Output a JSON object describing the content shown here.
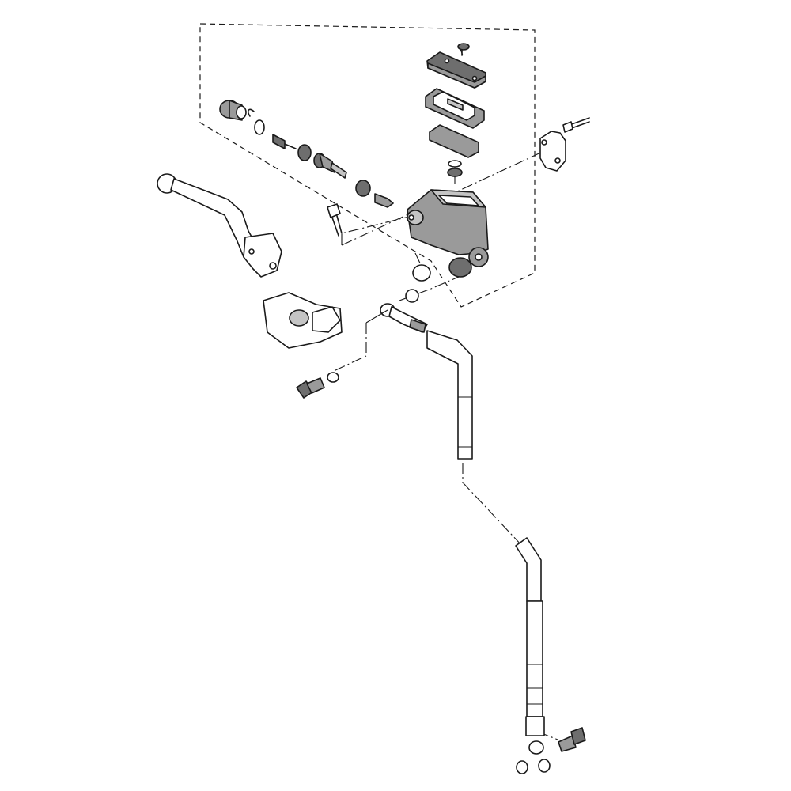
{
  "diagram": {
    "type": "exploded-parts-view",
    "labels": [],
    "colors": {
      "line": "#1a1a1a",
      "part_fill": "#9a9a9a",
      "part_fill_light": "#c4c4c4",
      "part_fill_dark": "#6e6e6e",
      "background": "#ffffff"
    },
    "parts": [
      "reservoir-cover",
      "cover-screw",
      "diaphragm-plate",
      "diaphragm",
      "reservoir-protector",
      "master-cylinder-body",
      "piston-kit",
      "dust-boot",
      "circlip",
      "lever",
      "lever-pivot-bolt",
      "lever-bracket",
      "handlebar-clamp",
      "clamp-bolt",
      "banjo-bolt-upper",
      "sealing-washer",
      "brake-hose",
      "hose-guide",
      "banjo-bolt-lower"
    ]
  }
}
